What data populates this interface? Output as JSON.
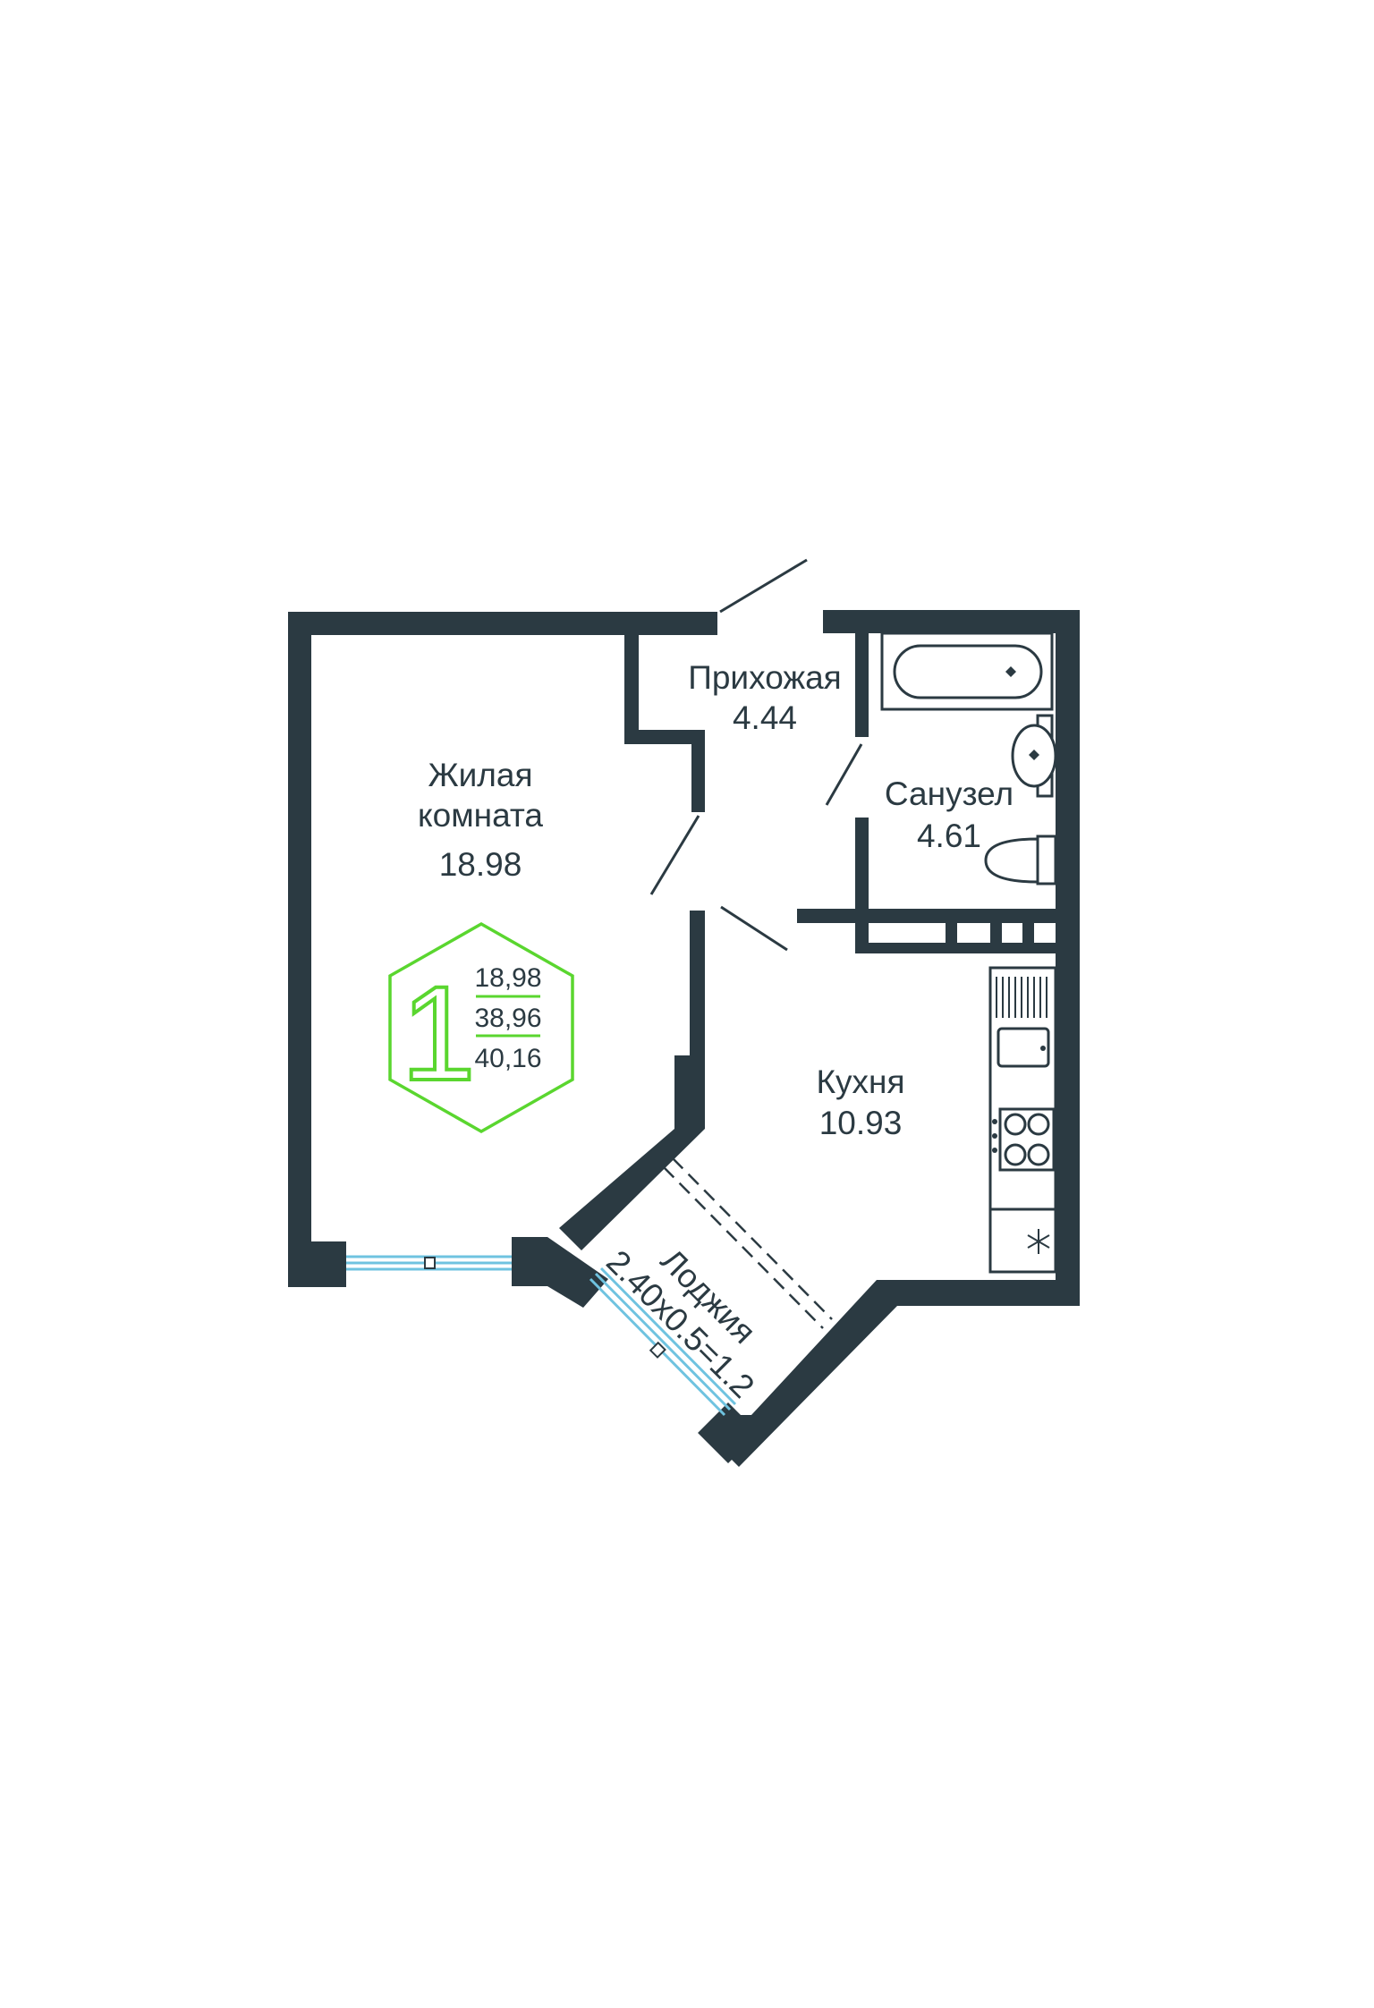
{
  "rooms": {
    "living": {
      "name_line1": "Жилая",
      "name_line2": "комната",
      "area": "18.98"
    },
    "hall": {
      "name": "Прихожая",
      "area": "4.44"
    },
    "bathroom": {
      "name": "Санузел",
      "area": "4.61"
    },
    "kitchen": {
      "name": "Кухня",
      "area": "10.93"
    },
    "loggia": {
      "name": "Лоджия",
      "dims": "2.40x0.5=1.2"
    }
  },
  "badge": {
    "rooms_count": "1",
    "living_area": "18,98",
    "total_area": "38,96",
    "area_with_loggia": "40,16"
  },
  "colors": {
    "wall": "#2b3a42",
    "accent": "#5ad62f",
    "window": "#6fc3e0",
    "background": "#ffffff"
  }
}
